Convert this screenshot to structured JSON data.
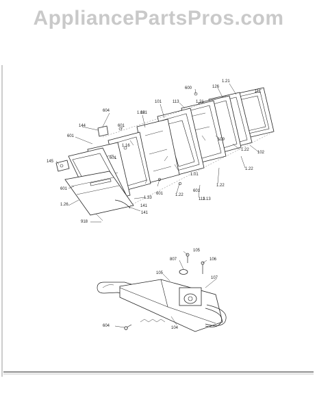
{
  "watermark": "AppliancePartsPros.com",
  "door_labels": [
    "111",
    "1.21",
    "126",
    "600",
    "113",
    "1.21",
    "101",
    "1.08",
    "109",
    "1.22",
    "102",
    "1.22",
    "604",
    "144",
    "601",
    "601",
    "145",
    "121",
    "113",
    "1.22",
    "601",
    "601",
    "1.16",
    "1.22",
    "1.01",
    "601",
    "1.13",
    "141",
    "1.33",
    "1.26",
    "601",
    "141",
    "918"
  ],
  "hinge_labels": [
    "105",
    "807",
    "106",
    "105",
    "107",
    "604",
    "104"
  ]
}
